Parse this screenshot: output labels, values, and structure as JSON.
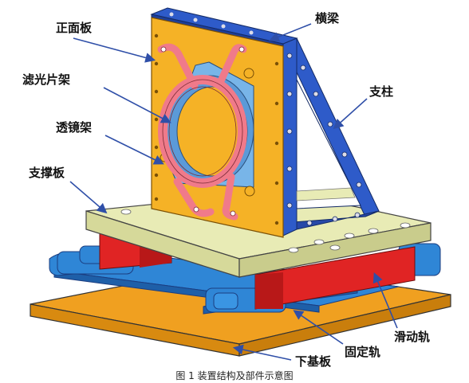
{
  "labels": {
    "front_plate": "正面板",
    "filter_holder": "滤光片架",
    "lens_holder": "透镜架",
    "support_plate": "支撑板",
    "crossbeam": "横梁",
    "pillar": "支柱",
    "slide_rail": "滑动轨",
    "fixed_rail": "固定轨",
    "base_plate": "下基板"
  },
  "caption": "图 1 装置结构及部件示意图",
  "colors": {
    "front_plate": "#F5B226",
    "base_plate": "#F0A020",
    "support_plate": "#E8EBB5",
    "blue_parts": "#2E5BC9",
    "rail_blue": "#2F86D6",
    "slider_red": "#E02424",
    "filter_pink": "#F07A8A",
    "lens_blue": "#78B5E8",
    "leader_line": "#2F4FA8"
  }
}
